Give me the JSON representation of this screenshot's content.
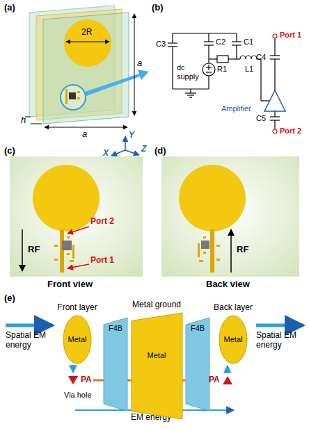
{
  "diagram": {
    "nodes": [
      {
        "text": [
          "Front layer",
          "Metal"
        ]
      },
      {
        "text": [
          "F4B"
        ]
      },
      {
        "text": [
          "Metal ground",
          "Metal"
        ]
      },
      {
        "text": [
          "F4B"
        ]
      },
      {
        "text": [
          "Back layer",
          "Metal"
        ]
      },
      {
        "text": [
          "PA"
        ]
      },
      {
        "text": [
          "PA"
        ]
      }
    ],
    "edges": [
      {
        "from": 0,
        "to": 5,
        "arrow": "to"
      },
      {
        "from": 6,
        "to": 4,
        "arrow": "to"
      },
      {
        "from": 5,
        "to": 6,
        "arrow": "none"
      }
    ],
    "labels": [
      "(a)",
      "2R",
      "a",
      "a",
      "h",
      "Y",
      "X",
      "Z",
      "(b)",
      "C3",
      "C2",
      "C1",
      "Port 1",
      "C4",
      "dc supply",
      "R1",
      "L1",
      "Amplifier",
      "C5",
      "Port 2",
      "(c)",
      "Port 2",
      "RF",
      "Port 1",
      "Front view",
      "(d)",
      "RF",
      "Back view",
      "(e)",
      "Spatial EM energy",
      "Spatial EM energy",
      "Via hole",
      "EM energy"
    ]
  }
}
